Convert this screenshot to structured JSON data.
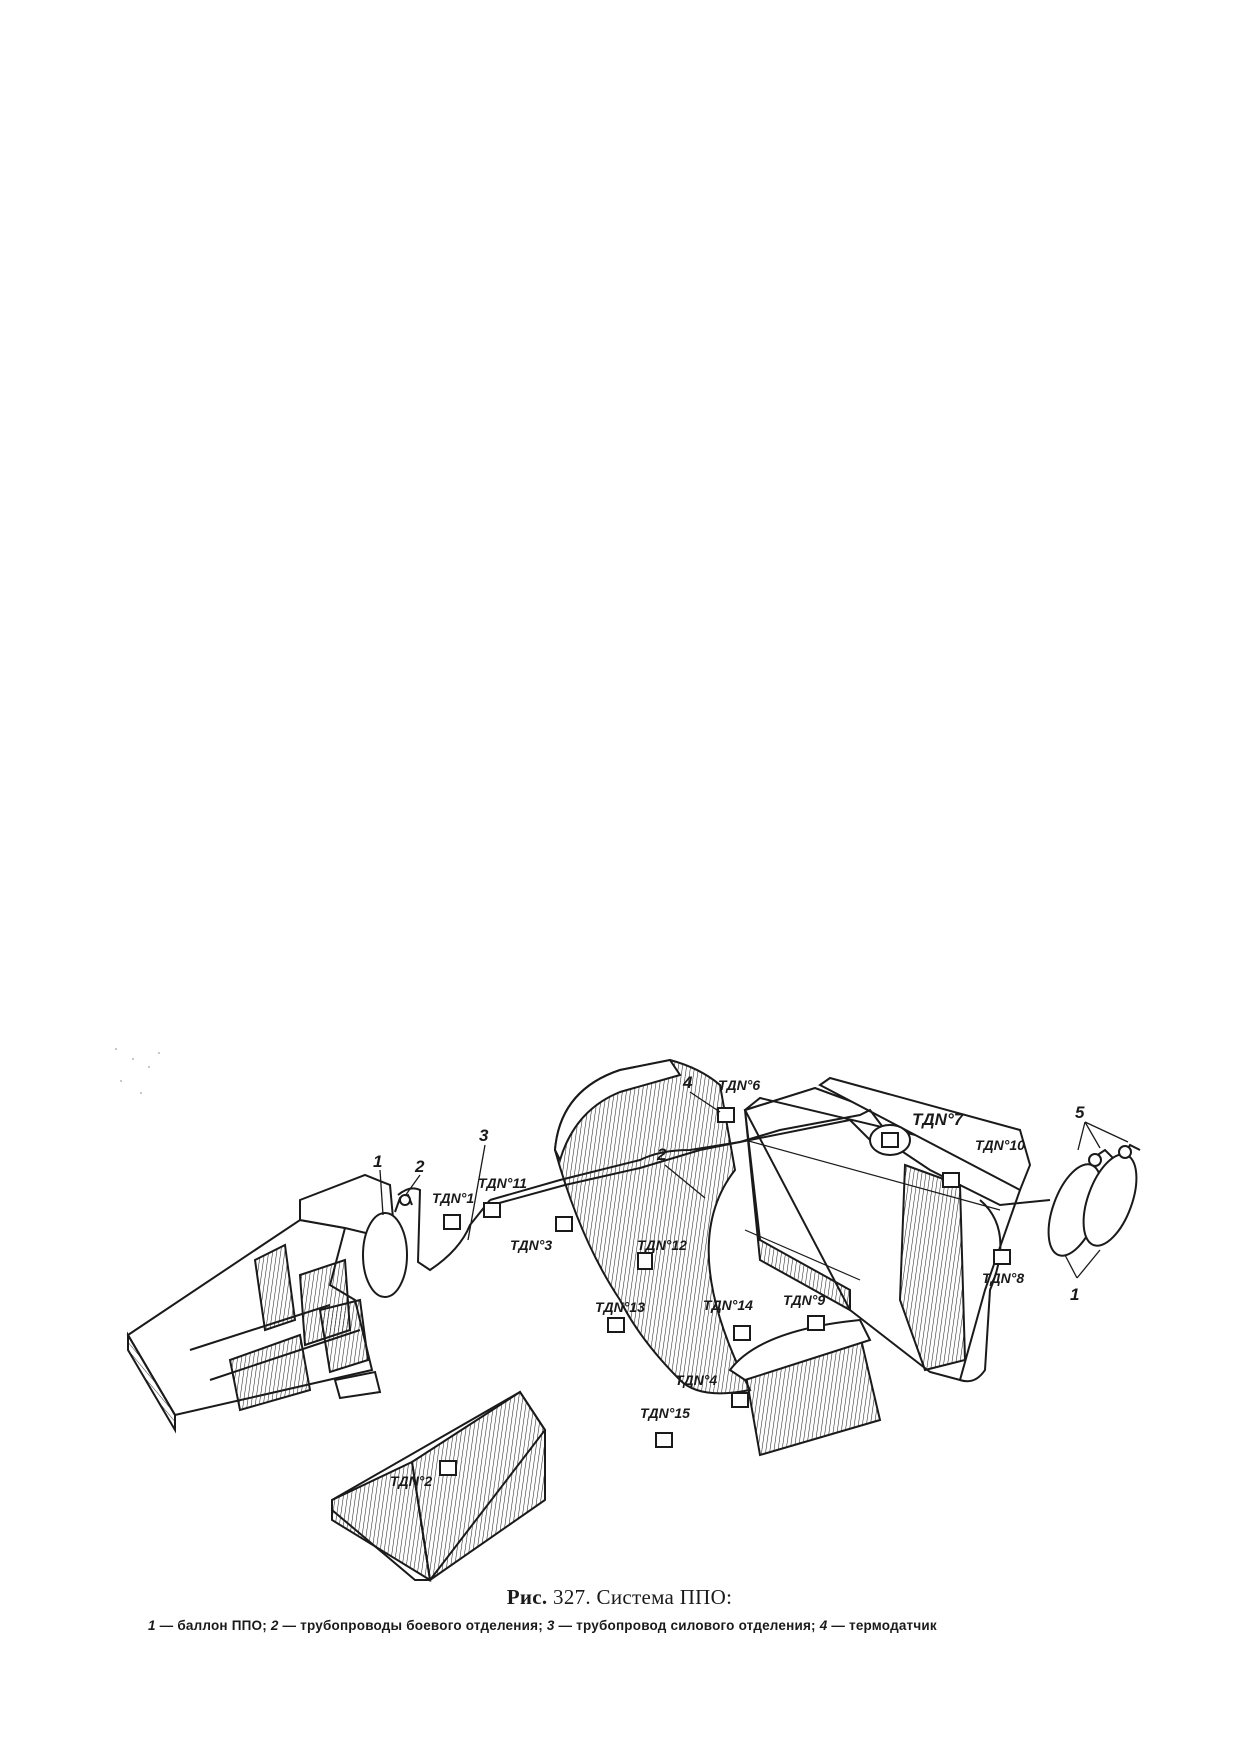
{
  "figure": {
    "callouts": {
      "c1_left": "1",
      "c2_left": "2",
      "c3": "3",
      "c4": "4",
      "c2_mid": "2",
      "c5": "5",
      "c1_right": "1"
    },
    "sensors": {
      "tdn1": "ТДN°1",
      "tdn2": "ТДN°2",
      "tdn3": "ТДN°3",
      "tdn4": "ТДN°4",
      "tdn6": "ТДN°6",
      "tdn7": "ТДN°7",
      "tdn8": "ТДN°8",
      "tdn9": "ТДN°9",
      "tdn10": "ТДN°10",
      "tdn11": "ТДN°11",
      "tdn12": "ТДN°12",
      "tdn13": "ТДN°13",
      "tdn14": "ТДN°14",
      "tdn15": "ТДN°15"
    }
  },
  "caption": {
    "title_lead": "Рис.",
    "title_rest": " 327. Система ППО:",
    "legend": [
      {
        "num": "1",
        "text": " — баллон ППО; "
      },
      {
        "num": "2",
        "text": " — трубопроводы боевого отделения; "
      },
      {
        "num": "3",
        "text": " — трубопровод силового отделения; "
      },
      {
        "num": "4",
        "text": " — термодатчик"
      }
    ]
  }
}
